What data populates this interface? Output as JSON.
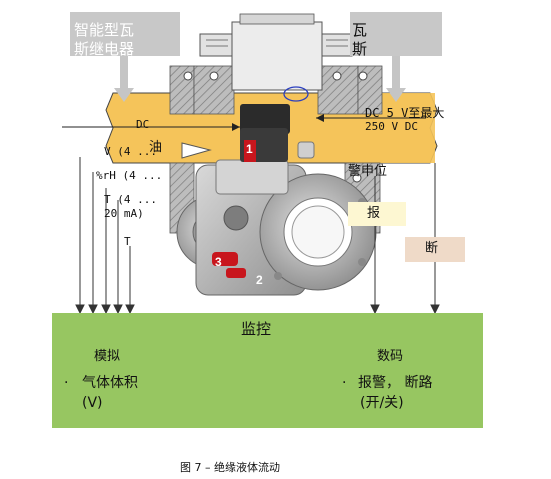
{
  "top_left_box": {
    "line1": "智能型瓦",
    "line2": "斯继电器"
  },
  "top_right_box": {
    "line1": "瓦",
    "line2": "斯"
  },
  "pipe_left_label": "DC",
  "pipe_right_label": {
    "line1": "DC 5 V至最大",
    "line2": "250 V DC"
  },
  "oil_label": "油",
  "level_label": "警申位",
  "left_signals": [
    {
      "text": "V (4 ..."
    },
    {
      "text": "%rH (4 ..."
    },
    {
      "text": "T (4 ...",
      "text2": "20 mA)"
    },
    {
      "text": "T"
    }
  ],
  "alarm_box": {
    "label": "报",
    "color": "#fdf7d2"
  },
  "trip_box": {
    "label": "断",
    "color": "#efdac8"
  },
  "monitor": {
    "title": "监控",
    "left_heading": "模拟",
    "left_item_line1": "气体体积",
    "left_item_line2": "(V)",
    "right_heading": "数码",
    "right_item_line1": "报警， 断路",
    "right_item_line2": "(开/关)",
    "bullet": "·",
    "color": "#97c661"
  },
  "part_numbers": [
    "1",
    "2",
    "3"
  ],
  "caption": "图 7 – 绝缘液体流动",
  "colors": {
    "pipe": "#f5c45a",
    "flange": "#b8b8b8",
    "device": "#c9c9c9",
    "red_part": "#c8161d",
    "header_box": "#c8c8c8"
  }
}
